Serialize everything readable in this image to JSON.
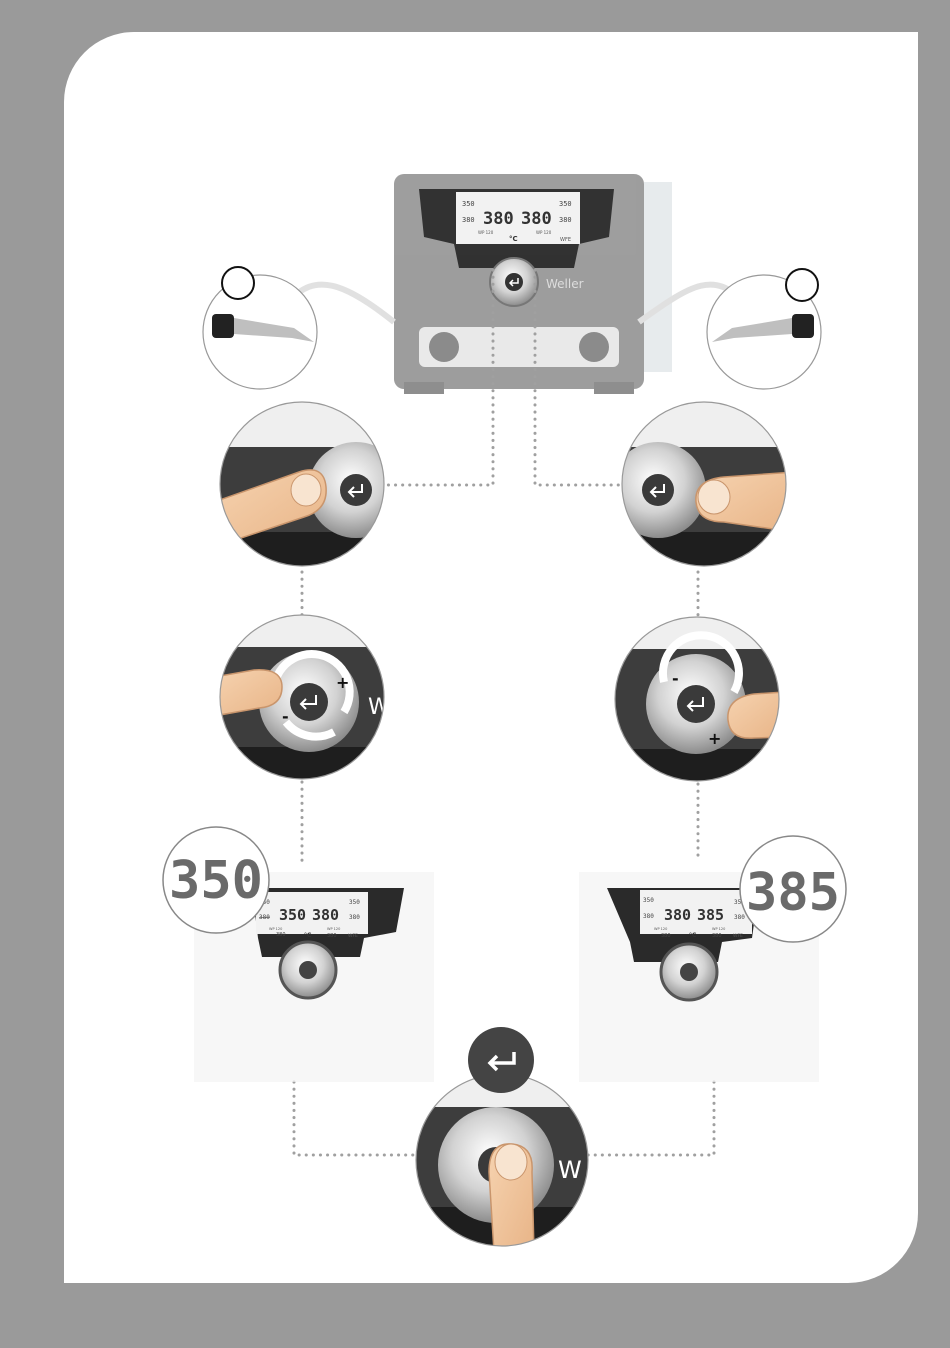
{
  "station": {
    "brand": "Weller",
    "lcd": {
      "left_setpoint": "350",
      "right_setpoint": "350",
      "left_main": "380",
      "right_main": "380",
      "left_small": "380",
      "right_small": "380",
      "left_tool": "WP 120",
      "right_tool": "WP 120",
      "unit": "°C",
      "standby_label": "WFE"
    }
  },
  "knob_hint": "W",
  "rotate_signs": {
    "plus": "+",
    "minus": "-"
  },
  "left_result": {
    "zoom_value": "350",
    "lcd": {
      "setpoint": "350",
      "struck": "380",
      "main_left": "350",
      "main_right": "380",
      "right_setpoint": "350",
      "right_small": "380",
      "small_left": "380",
      "small_right": "380",
      "tool_left": "WP 120",
      "tool_right": "WP 120",
      "unit": "°C",
      "standby_label": "WFE"
    }
  },
  "right_result": {
    "zoom_value": "385",
    "lcd": {
      "setpoint": "350",
      "struck": "380",
      "main_left": "380",
      "main_right": "385",
      "right_setpoint": "350",
      "right_small": "380",
      "small_left": "380",
      "small_right": "380",
      "tool_left": "WP 120",
      "tool_right": "WP 120",
      "unit": "°C",
      "standby_label": "WFE"
    }
  },
  "colors": {
    "background": "#9a9a9a",
    "sheet": "#ffffff",
    "device_dark": "#3a3a3a",
    "finger": "#f2c79f",
    "dots": "#9a9a9a"
  }
}
